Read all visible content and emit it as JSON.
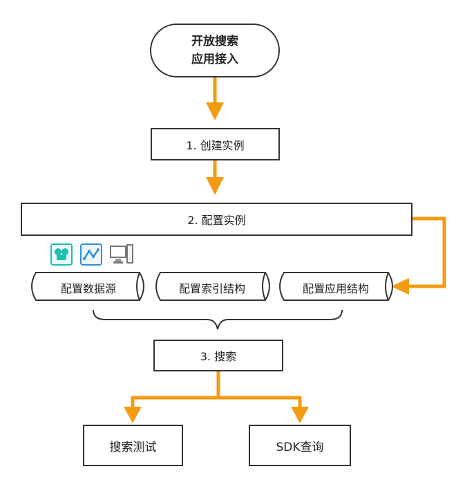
{
  "start": {
    "line1": "开放搜索",
    "line2": "应用接入"
  },
  "step1": "1. 创建实例",
  "step2": "2. 配置实例",
  "step3": "3. 搜索",
  "config_items": [
    "配置数据源",
    "配置索引结构",
    "配置应用结构"
  ],
  "leaves": [
    "搜索测试",
    "SDK查询"
  ],
  "icons": [
    "database-icon",
    "analytics-icon",
    "computer-icon"
  ],
  "colors": {
    "arrow": "#f39c12",
    "border": "#333333",
    "icon_teal": "#1bbfb0",
    "icon_blue": "#2d8fdc"
  }
}
